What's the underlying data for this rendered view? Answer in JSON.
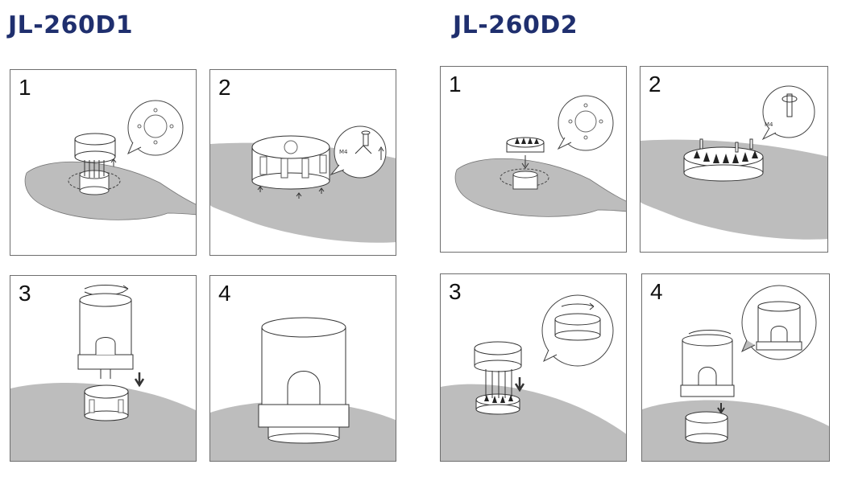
{
  "left": {
    "model": "JL-260D1",
    "steps": [
      "1",
      "2",
      "3",
      "4"
    ],
    "callouts": {
      "step2_screw": "M4"
    }
  },
  "right": {
    "model": "JL-260D2",
    "steps": [
      "1",
      "2",
      "3",
      "4"
    ],
    "callouts": {
      "step2_screw": "M4"
    }
  },
  "colors": {
    "title": "#1f2f6e",
    "surface": "#bdbdbd",
    "frame": "#6e6e6e"
  }
}
